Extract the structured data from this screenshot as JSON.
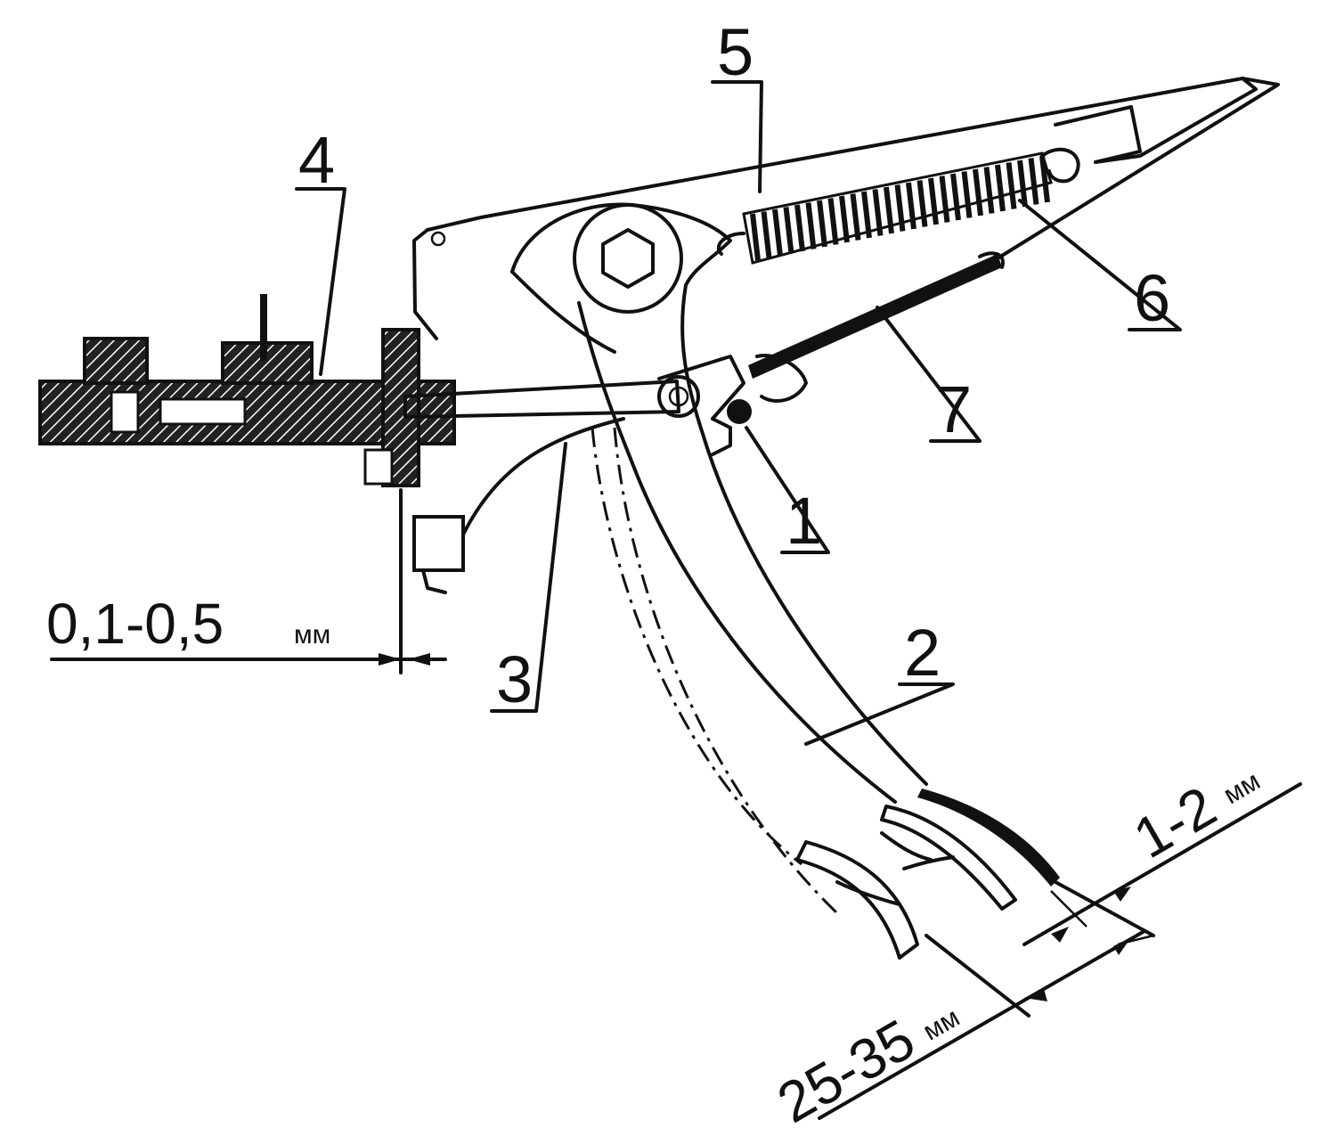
{
  "callouts": {
    "c1": "1",
    "c2": "2",
    "c3": "3",
    "c4": "4",
    "c5": "5",
    "c6": "6",
    "c7": "7"
  },
  "dimensions": {
    "rod_gap_value": "0,1-0,5",
    "rod_gap_unit": "мм",
    "pedal_gap_value": "1-2",
    "pedal_gap_unit": "мм",
    "pedal_travel_value": "25-35",
    "pedal_travel_unit": "мм"
  },
  "colors": {
    "line": "#111111",
    "background": "#ffffff"
  }
}
